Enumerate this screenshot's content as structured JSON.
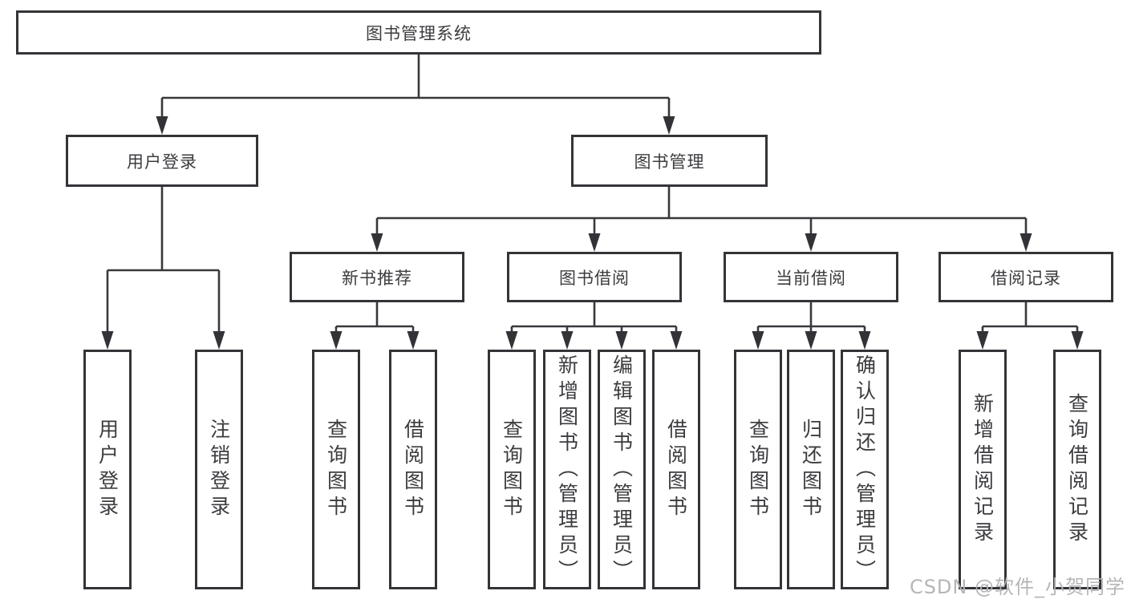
{
  "root": {
    "label": "图书管理系统"
  },
  "level2": {
    "user_login": "用户登录",
    "book_management": "图书管理"
  },
  "level3": {
    "new_books": "新书推荐",
    "book_borrow": "图书借阅",
    "current_borrow": "当前借阅",
    "borrow_records": "借阅记录"
  },
  "leaves": {
    "user_login": [
      "用户登录",
      "注销登录"
    ],
    "new_books": [
      "查询图书",
      "借阅图书"
    ],
    "book_borrow": [
      "查询图书",
      "新增图书（管理员）",
      "编辑图书（管理员）",
      "借阅图书"
    ],
    "current_borrow": [
      "查询图书",
      "归还图书",
      "确认归还（管理员）"
    ],
    "borrow_records": [
      "新增借阅记录",
      "查询借阅记录"
    ]
  },
  "watermark": {
    "text": "CSDN @软件_小贺同学"
  },
  "colors": {
    "background": "#ffffff",
    "line": "#39393d",
    "box_border": "#343438",
    "text": "#3c3c40",
    "watermark": "#b2b2b4"
  }
}
